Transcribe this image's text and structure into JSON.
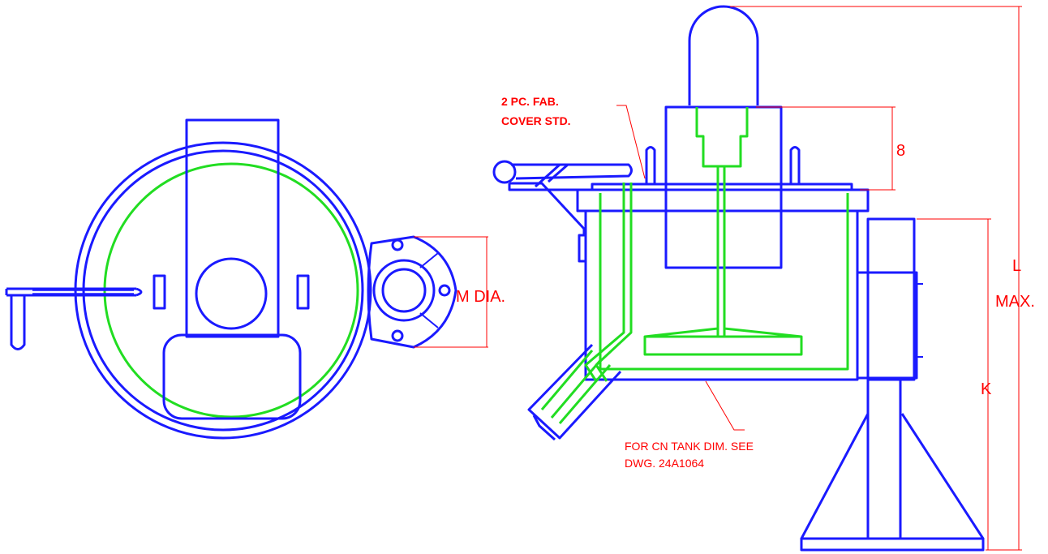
{
  "colors": {
    "outline": "#1a1aff",
    "internal": "#22dd22",
    "dimension": "#ff0000"
  },
  "labels": {
    "m_dia": "M DIA.",
    "cover_line1": "2 PC. FAB.",
    "cover_line2": "COVER STD.",
    "dim_8": "8",
    "dim_l": "L",
    "dim_max": "MAX.",
    "dim_k": "K",
    "note_line1": "FOR CN TANK DIM. SEE",
    "note_line2": "DWG. 24A1064"
  }
}
